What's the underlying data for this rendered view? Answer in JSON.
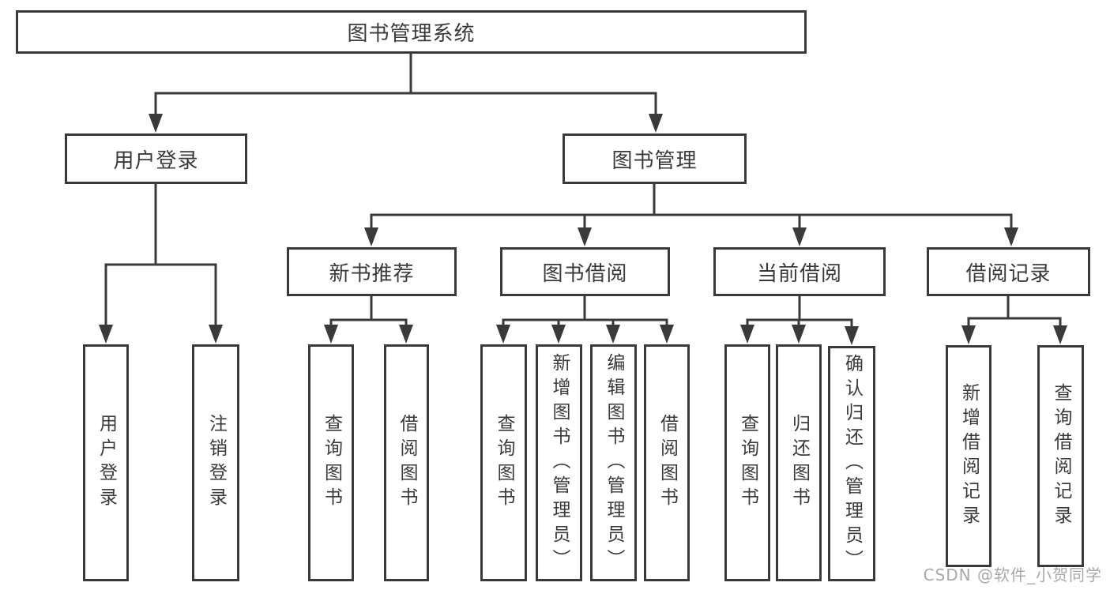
{
  "diagram": {
    "nodes": {
      "root": "图书管理系统",
      "user_login": "用户登录",
      "book_mgmt": "图书管理",
      "new_books": "新书推荐",
      "book_borrow": "图书借阅",
      "current_borrow": "当前借阅",
      "borrow_records": "借阅记录",
      "leaf_user_login": "用户登录",
      "leaf_logout": "注销登录",
      "leaf_nb_query": "查询图书",
      "leaf_nb_borrow": "借阅图书",
      "leaf_bb_query": "查询图书",
      "leaf_bb_add": "新增图书（管理员）",
      "leaf_bb_edit": "编辑图书（管理员）",
      "leaf_bb_borrow": "借阅图书",
      "leaf_cb_query": "查询图书",
      "leaf_cb_return": "归还图书",
      "leaf_cb_confirm": "确认归还（管理员）",
      "leaf_br_add": "新增借阅记录",
      "leaf_br_query": "查询借阅记录"
    },
    "edges": [
      [
        "图书管理系统",
        "用户登录"
      ],
      [
        "图书管理系统",
        "图书管理"
      ],
      [
        "用户登录",
        "用户登录(叶)"
      ],
      [
        "用户登录",
        "注销登录"
      ],
      [
        "图书管理",
        "新书推荐"
      ],
      [
        "图书管理",
        "图书借阅"
      ],
      [
        "图书管理",
        "当前借阅"
      ],
      [
        "图书管理",
        "借阅记录"
      ],
      [
        "新书推荐",
        "查询图书"
      ],
      [
        "新书推荐",
        "借阅图书"
      ],
      [
        "图书借阅",
        "查询图书"
      ],
      [
        "图书借阅",
        "新增图书（管理员）"
      ],
      [
        "图书借阅",
        "编辑图书（管理员）"
      ],
      [
        "图书借阅",
        "借阅图书"
      ],
      [
        "当前借阅",
        "查询图书"
      ],
      [
        "当前借阅",
        "归还图书"
      ],
      [
        "当前借阅",
        "确认归还（管理员）"
      ],
      [
        "借阅记录",
        "新增借阅记录"
      ],
      [
        "借阅记录",
        "查询借阅记录"
      ]
    ],
    "colors": {
      "line": "#3a3a3a",
      "text": "#3a3a3a",
      "background": "#ffffff",
      "watermark_text": "#a8a8a8"
    }
  },
  "watermark": "CSDN @软件_小贺同学"
}
